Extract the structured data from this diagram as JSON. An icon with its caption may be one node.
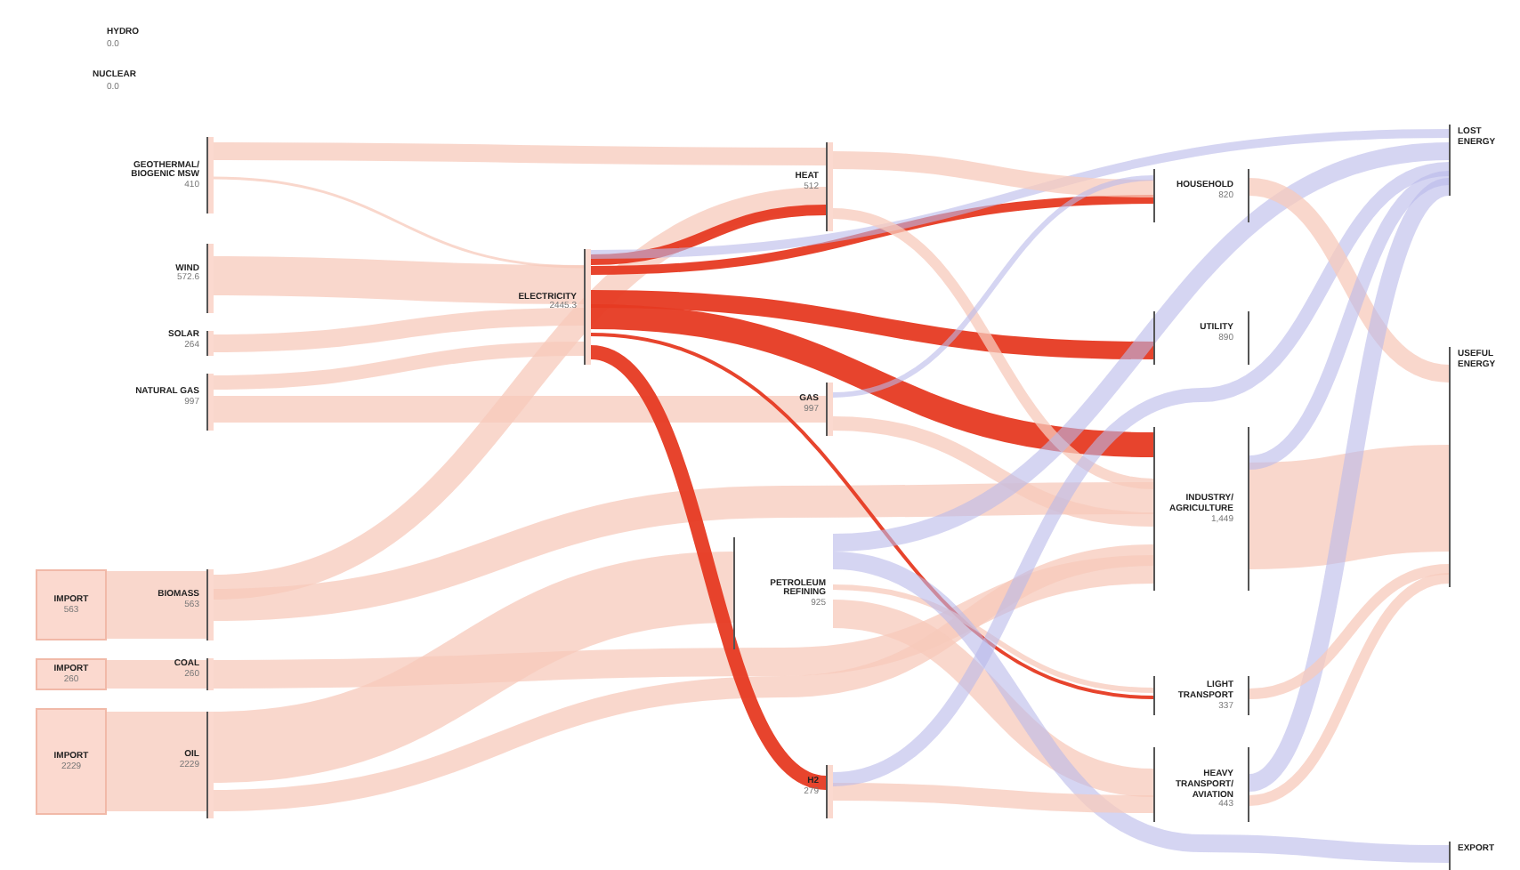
{
  "diagram": {
    "nodes": [
      {
        "text": [
          "GEOTHERMAL/ BIOGENIC MSW",
          "410"
        ]
      },
      {
        "text": [
          "WIND",
          "572.6"
        ]
      },
      {
        "text": [
          "SOLAR",
          "264"
        ]
      },
      {
        "text": [
          "NATURAL GAS",
          "997"
        ]
      },
      {
        "text": [
          "IMPORT",
          "563"
        ]
      },
      {
        "text": [
          "BIOMASS",
          "563"
        ]
      },
      {
        "text": [
          "IMPORT",
          "260"
        ]
      },
      {
        "text": [
          "COAL",
          "260"
        ]
      },
      {
        "text": [
          "IMPORT",
          "2229"
        ]
      },
      {
        "text": [
          "OIL",
          "2229"
        ]
      },
      {
        "text": [
          "ELECTRICITY",
          "2445.3"
        ]
      },
      {
        "text": [
          "HEAT",
          "512"
        ]
      },
      {
        "text": [
          "GAS",
          "997"
        ]
      },
      {
        "text": [
          "PETROLEUM REFINING",
          "925"
        ]
      },
      {
        "text": [
          "H2",
          "279"
        ]
      },
      {
        "text": [
          "HOUSEHOLD",
          "820"
        ]
      },
      {
        "text": [
          "UTILITY",
          "890"
        ]
      },
      {
        "text": [
          "INDUSTRY/ AGRICULTURE",
          "1,449"
        ]
      },
      {
        "text": [
          "LIGHT TRANSPORT",
          "337"
        ]
      },
      {
        "text": [
          "HEAVY TRANSPORT/ AVIATION",
          "443"
        ]
      },
      {
        "text": [
          "LOST ENERGY"
        ]
      },
      {
        "text": [
          "USEFUL ENERGY"
        ]
      },
      {
        "text": [
          "EXPORT"
        ]
      }
    ],
    "edges": [
      {
        "from": 0,
        "to": 11,
        "arrow": "none"
      },
      {
        "from": 0,
        "to": 10,
        "arrow": "none"
      },
      {
        "from": 1,
        "to": 10,
        "arrow": "none",
        "style": "thick"
      },
      {
        "from": 2,
        "to": 10,
        "arrow": "none"
      },
      {
        "from": 3,
        "to": 12,
        "arrow": "none"
      },
      {
        "from": 3,
        "to": 10,
        "arrow": "none"
      },
      {
        "from": 4,
        "to": 5,
        "arrow": "none",
        "style": "thick"
      },
      {
        "from": 5,
        "to": 11,
        "arrow": "none"
      },
      {
        "from": 5,
        "to": 17,
        "arrow": "none",
        "style": "thick"
      },
      {
        "from": 6,
        "to": 7,
        "arrow": "none"
      },
      {
        "from": 7,
        "to": 17,
        "arrow": "none"
      },
      {
        "from": 8,
        "to": 9,
        "arrow": "none",
        "style": "thick"
      },
      {
        "from": 9,
        "to": 13,
        "arrow": "none",
        "style": "thick"
      },
      {
        "from": 9,
        "to": 17,
        "arrow": "none"
      },
      {
        "from": 10,
        "to": 15,
        "arrow": "none",
        "color": "#e63a22"
      },
      {
        "from": 10,
        "to": 16,
        "arrow": "none",
        "color": "#e63a22"
      },
      {
        "from": 10,
        "to": 17,
        "arrow": "none",
        "color": "#e63a22"
      },
      {
        "from": 10,
        "to": 18,
        "arrow": "none",
        "color": "#e63a22"
      },
      {
        "from": 10,
        "to": 14,
        "arrow": "none",
        "color": "#e63a22"
      },
      {
        "from": 10,
        "to": 11,
        "arrow": "none",
        "color": "#e63a22"
      },
      {
        "from": 10,
        "to": 20,
        "arrow": "none",
        "color": "#b9b9ea"
      },
      {
        "from": 11,
        "to": 15,
        "arrow": "none"
      },
      {
        "from": 11,
        "to": 17,
        "arrow": "none"
      },
      {
        "from": 12,
        "to": 15,
        "arrow": "none",
        "color": "#b9b9ea"
      },
      {
        "from": 12,
        "to": 17,
        "arrow": "none"
      },
      {
        "from": 13,
        "to": 18,
        "arrow": "none"
      },
      {
        "from": 13,
        "to": 19,
        "arrow": "none"
      },
      {
        "from": 13,
        "to": 22,
        "arrow": "none",
        "color": "#b9b9ea"
      },
      {
        "from": 13,
        "to": 20,
        "arrow": "none",
        "color": "#b9b9ea"
      },
      {
        "from": 14,
        "to": 19,
        "arrow": "none"
      },
      {
        "from": 14,
        "to": 20,
        "arrow": "none",
        "color": "#b9b9ea"
      },
      {
        "from": 15,
        "to": 21,
        "arrow": "none"
      },
      {
        "from": 17,
        "to": 21,
        "arrow": "none",
        "style": "thick"
      },
      {
        "from": 17,
        "to": 20,
        "arrow": "none",
        "color": "#b9b9ea"
      },
      {
        "from": 19,
        "to": 20,
        "arrow": "none",
        "color": "#b9b9ea"
      },
      {
        "from": 18,
        "to": 21,
        "arrow": "none"
      },
      {
        "from": 19,
        "to": 21,
        "arrow": "none"
      }
    ],
    "labels": [
      "HYDRO",
      "0.0",
      "NUCLEAR",
      "0.0"
    ]
  }
}
